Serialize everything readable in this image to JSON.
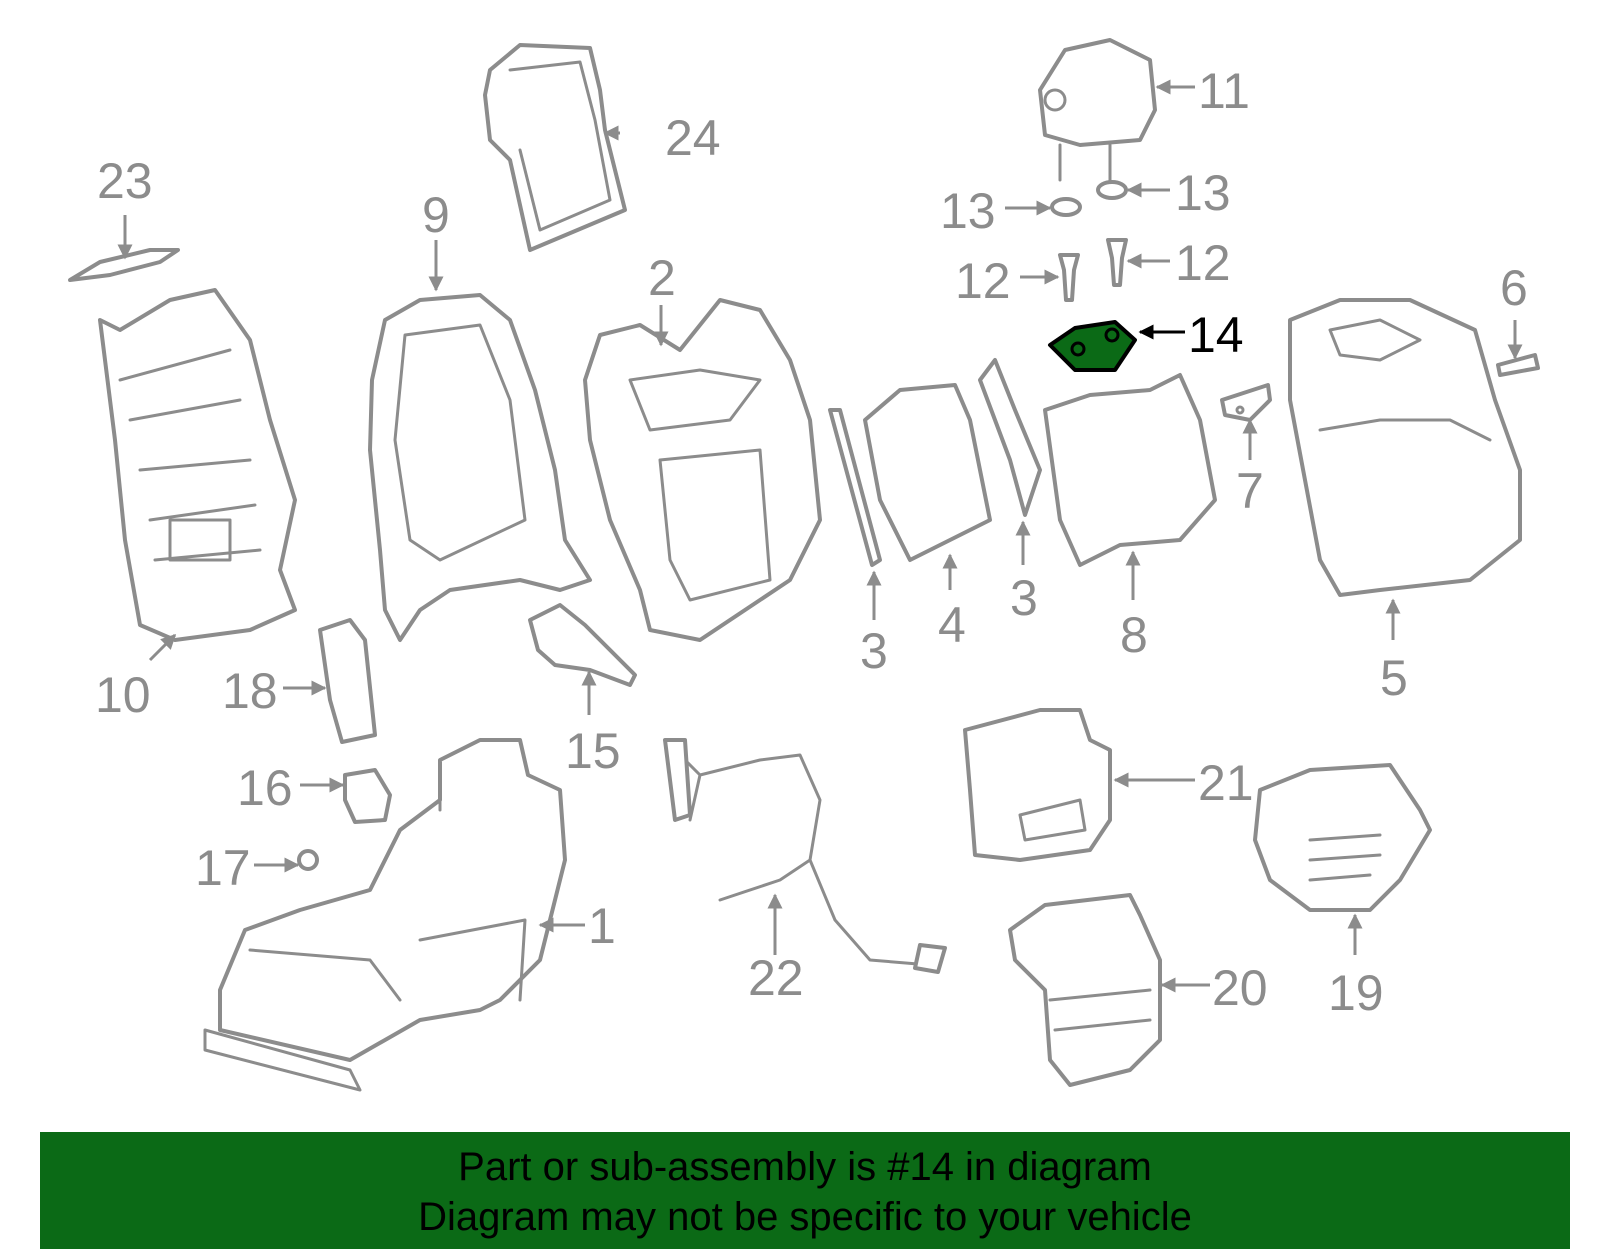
{
  "highlighted_part": "14",
  "callouts": {
    "c1": "1",
    "c2": "2",
    "c3a": "3",
    "c3b": "3",
    "c4": "4",
    "c5": "5",
    "c6": "6",
    "c7": "7",
    "c8": "8",
    "c9": "9",
    "c10": "10",
    "c11": "11",
    "c12a": "12",
    "c12b": "12",
    "c13a": "13",
    "c13b": "13",
    "c14": "14",
    "c15": "15",
    "c16": "16",
    "c17": "17",
    "c18": "18",
    "c19": "19",
    "c20": "20",
    "c21": "21",
    "c22": "22",
    "c23": "23",
    "c24": "24"
  },
  "banner": {
    "line1": "Part or sub-assembly is #14 in diagram",
    "line2": "Diagram may not be specific to your vehicle"
  },
  "colors": {
    "highlight": "#0b6a16",
    "line": "#8c8c8c",
    "text_highlight": "#000000"
  }
}
